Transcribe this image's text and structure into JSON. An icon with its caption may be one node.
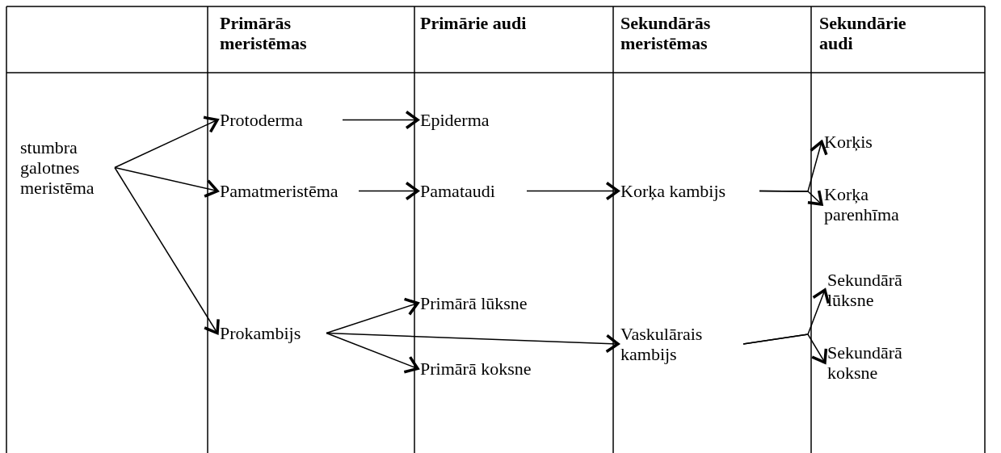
{
  "diagram": {
    "nodes": [
      {
        "text": [
          "stumbra galotnes meristēma"
        ]
      },
      {
        "text": [
          "Protoderma"
        ]
      },
      {
        "text": [
          "Pamatmeristēma"
        ]
      },
      {
        "text": [
          "Prokambijs"
        ]
      },
      {
        "text": [
          "Epiderma"
        ]
      },
      {
        "text": [
          "Pamataudi"
        ]
      },
      {
        "text": [
          "Korķa kambijs"
        ]
      },
      {
        "text": [
          "Primārā lūksne"
        ]
      },
      {
        "text": [
          "Primārā koksne"
        ]
      },
      {
        "text": [
          "Vaskulārais kambijs"
        ]
      },
      {
        "text": [
          "Korķis"
        ]
      },
      {
        "text": [
          "Korķa parenhīma"
        ]
      },
      {
        "text": [
          "Sekundārā lūksne"
        ]
      },
      {
        "text": [
          "Sekundārā koksne"
        ]
      }
    ],
    "edges": [
      {
        "from": 0,
        "to": 1,
        "arrow": "to"
      },
      {
        "from": 0,
        "to": 2,
        "arrow": "to"
      },
      {
        "from": 0,
        "to": 3,
        "arrow": "to"
      },
      {
        "from": 1,
        "to": 4,
        "arrow": "to"
      },
      {
        "from": 2,
        "to": 5,
        "arrow": "to"
      },
      {
        "from": 5,
        "to": 6,
        "arrow": "to"
      },
      {
        "from": 3,
        "to": 7,
        "arrow": "to"
      },
      {
        "from": 3,
        "to": 8,
        "arrow": "to"
      },
      {
        "from": 3,
        "to": 9,
        "arrow": "to"
      },
      {
        "from": 6,
        "to": 10,
        "arrow": "to"
      },
      {
        "from": 6,
        "to": 11,
        "arrow": "to"
      },
      {
        "from": 9,
        "to": 12,
        "arrow": "to"
      },
      {
        "from": 9,
        "to": 13,
        "arrow": "to"
      }
    ],
    "labels": [
      "Primārās meristēmas",
      "Primārie audi",
      "Sekundārās meristēmas",
      "Sekundārie audi"
    ]
  }
}
